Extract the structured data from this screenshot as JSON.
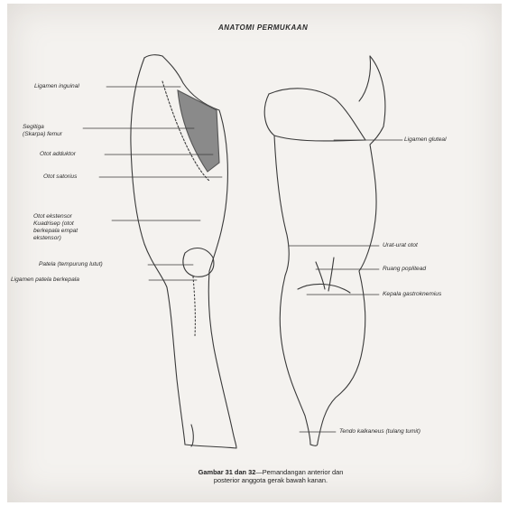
{
  "header": "ANATOMI PERMUKAAN",
  "labels_left": [
    "Ligamen inguinal",
    "Segitiga",
    "(Skarpa) femur",
    "Otot adduktor",
    "Otot satorius",
    "Otot ekstensor",
    "Kuadrisep (otot",
    "berkepala empat",
    "ekstensor)",
    "Patela (tempurung lutut)",
    "Ligamen patela berkepala"
  ],
  "labels_right": [
    "Ligamen gluteal",
    "Urat-urat otot",
    "Ruang poplitead",
    "Kepala gastroknemius",
    "Tendo kalkaneus (tulang tumit)"
  ],
  "caption": {
    "bold": "Gambar 31 dan 32",
    "line1": "—Pemandangan anterior dan",
    "line2": "posterior anggota gerak bawah kanan."
  },
  "colors": {
    "ink": "#3a3a3a",
    "shade": "#8a8a8a",
    "paper": "#f4f2ef"
  }
}
